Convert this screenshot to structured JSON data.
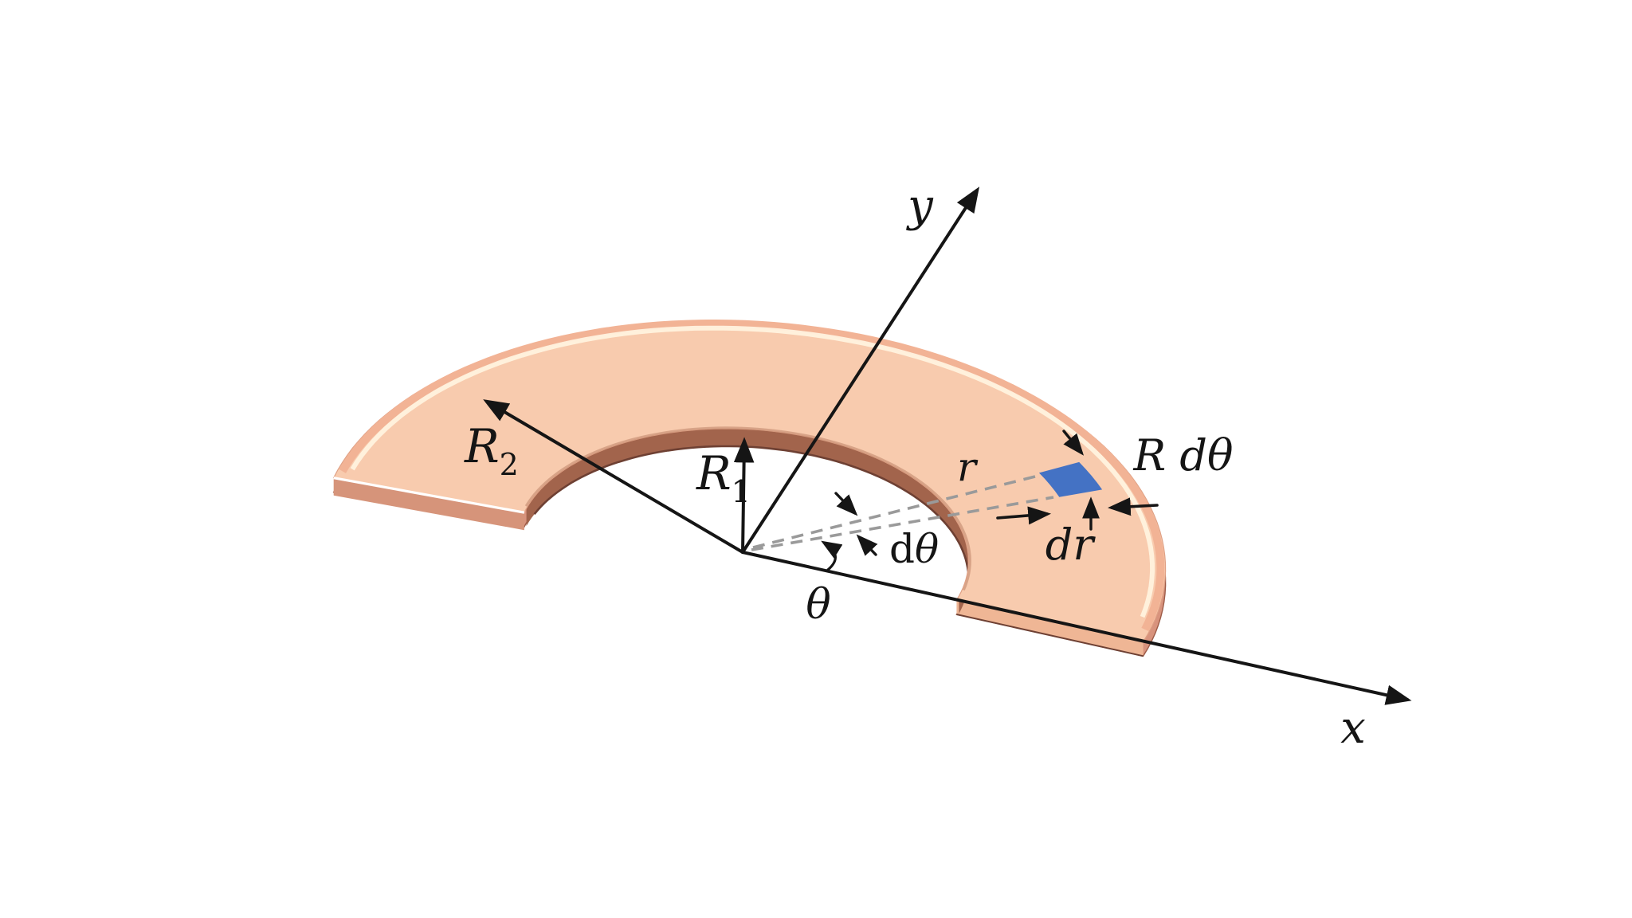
{
  "figure": {
    "description": "Oblique 3D view of a flat half-annulus (ring plate) illustrating the polar-coordinate area element",
    "background": "#ffffff",
    "labels": {
      "y_axis": "y",
      "x_axis": "x",
      "outer_radius": {
        "base": "R",
        "sub": "2"
      },
      "inner_radius": {
        "base": "R",
        "sub": "1"
      },
      "radius_to_element": "r",
      "arc_length_element": "R dθ",
      "radial_width_element": "dr",
      "differential_angle": {
        "d": "d",
        "theta": "θ"
      },
      "angle": "θ"
    },
    "colors": {
      "ring_top": "#F8CBAE",
      "ring_outer_band": "#F2B395",
      "ring_highlight": "#FFF2DE",
      "ring_side": "#D8937D",
      "ring_side_edge": "#9E5C48",
      "ring_inner_wall": "#A2644C",
      "ring_inner_wall_edge": "#6E4033",
      "ring_left_face": "#D6947A",
      "ring_left_face_highlight": "#FFFFFF",
      "ring_right_face": "#EFB695",
      "ring_inner_edge_tint": "#CE9579",
      "area_element_blue": "#4472C4",
      "line_black": "#151515",
      "dashed_gray": "#9A9A9A"
    }
  }
}
